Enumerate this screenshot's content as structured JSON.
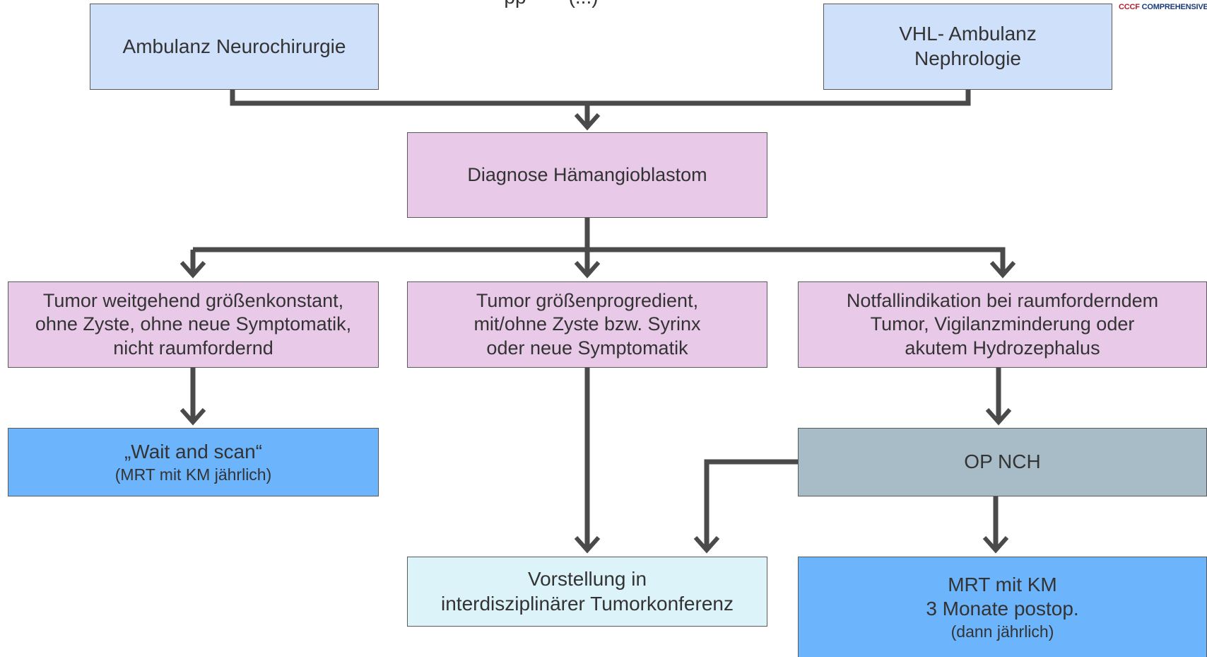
{
  "header": {
    "partial_title": "pp",
    "partial_title_tail": "(...)"
  },
  "logo": {
    "abbr": "CCCF",
    "text": "COMPREHENSIVE C"
  },
  "nodes": {
    "ambulanz_neurochirurgie": {
      "lines": [
        "Ambulanz Neurochirurgie"
      ]
    },
    "vhl_ambulanz": {
      "lines": [
        "VHL- Ambulanz",
        "Nephrologie"
      ]
    },
    "diagnose": {
      "lines": [
        "Diagnose Hämangioblastom"
      ]
    },
    "tumor_konstant": {
      "lines": [
        "Tumor weitgehend größenkonstant,",
        "ohne Zyste, ohne neue Symptomatik,",
        "nicht raumfordernd"
      ]
    },
    "tumor_progredient": {
      "lines": [
        "Tumor größenprogredient,",
        "mit/ohne Zyste bzw. Syrinx",
        "oder neue Symptomatik"
      ]
    },
    "notfall": {
      "lines": [
        "Notfallindikation bei raumforderndem",
        "Tumor, Vigilanzminderung oder",
        "akutem Hydrozephalus"
      ]
    },
    "wait_scan": {
      "title": "„Wait and scan“",
      "subtitle": "(MRT mit KM jährlich)"
    },
    "op_nch": {
      "lines": [
        "OP NCH"
      ]
    },
    "tumorkonferenz": {
      "lines": [
        "Vorstellung in",
        "interdisziplinärer Tumorkonferenz"
      ]
    },
    "mrt_postop": {
      "lines": [
        "MRT mit KM",
        "3 Monate postop."
      ],
      "subtitle": "(dann jährlich)"
    }
  },
  "colors": {
    "light_blue": "#cfe0fb",
    "pink": "#e8c9e8",
    "blue": "#6cb4fb",
    "grey": "#a8bcc8",
    "cyan": "#ddf3fa",
    "connector": "#4a4a4a"
  }
}
